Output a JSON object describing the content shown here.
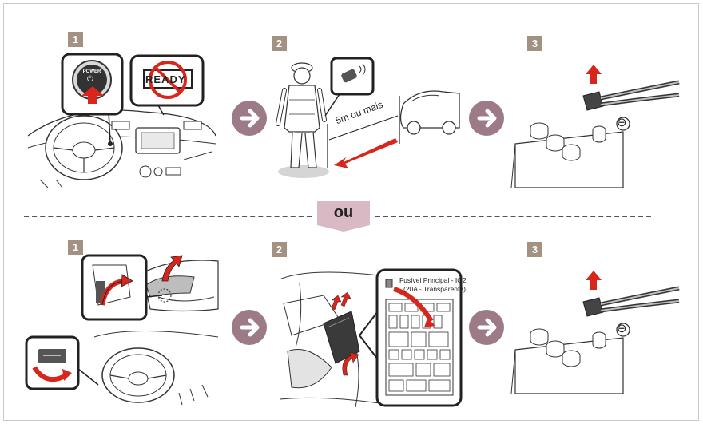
{
  "steps_top": [
    "1",
    "2",
    "3"
  ],
  "steps_bottom": [
    "1",
    "2",
    "3"
  ],
  "power_button": {
    "line1": "POWER",
    "icon": "power-icon"
  },
  "ready_label": "READY",
  "distance_label": "5m ou mais",
  "separator_label": "ou",
  "battery_terminal": "⊖",
  "fuse_label_line1": "Fusível Principal - IG2",
  "fuse_label_line2": "(20A - Transparente)",
  "colors": {
    "badge": "#a39282",
    "arrow_circle": "#9d7b86",
    "red": "#d8261c",
    "separator": "#d9b9c4"
  }
}
